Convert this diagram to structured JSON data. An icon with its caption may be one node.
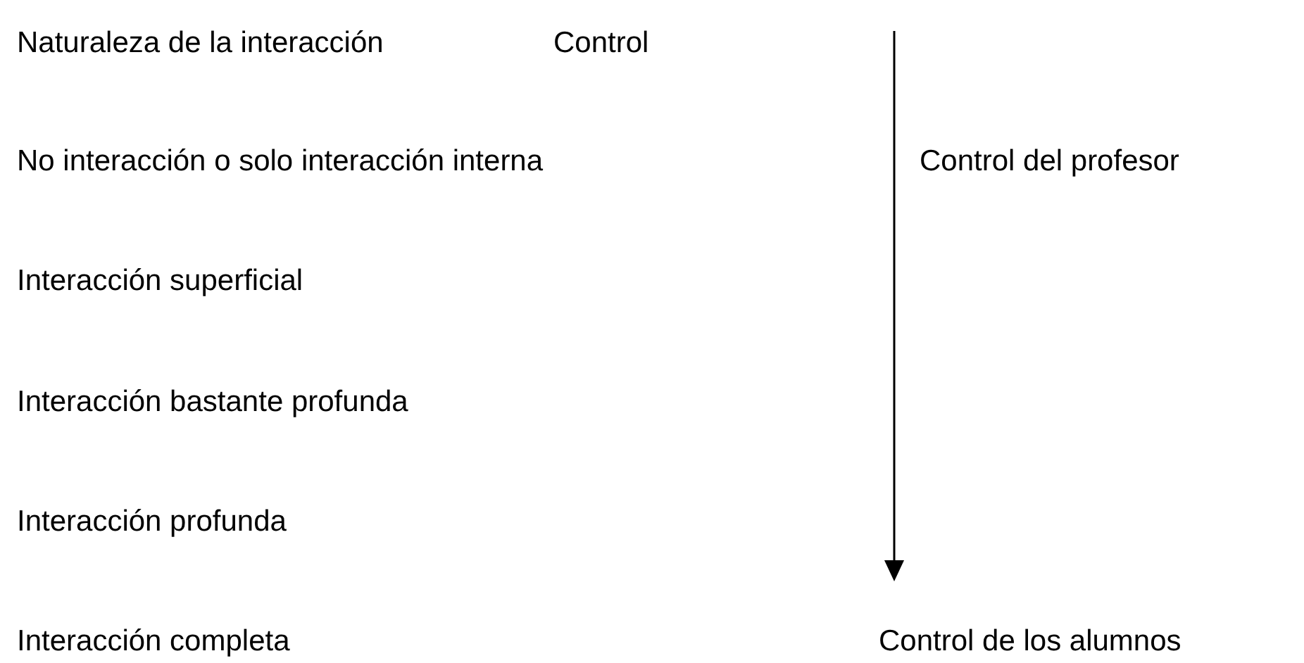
{
  "diagram": {
    "labels": [
      "Naturaleza de la interacción",
      "Control",
      "No interacción o solo interacción interna",
      "Control del profesor",
      "Interacción superficial",
      "Interacción bastante profunda",
      "Interacción profunda",
      "Interacción completa",
      "Control de los alumnos"
    ]
  }
}
